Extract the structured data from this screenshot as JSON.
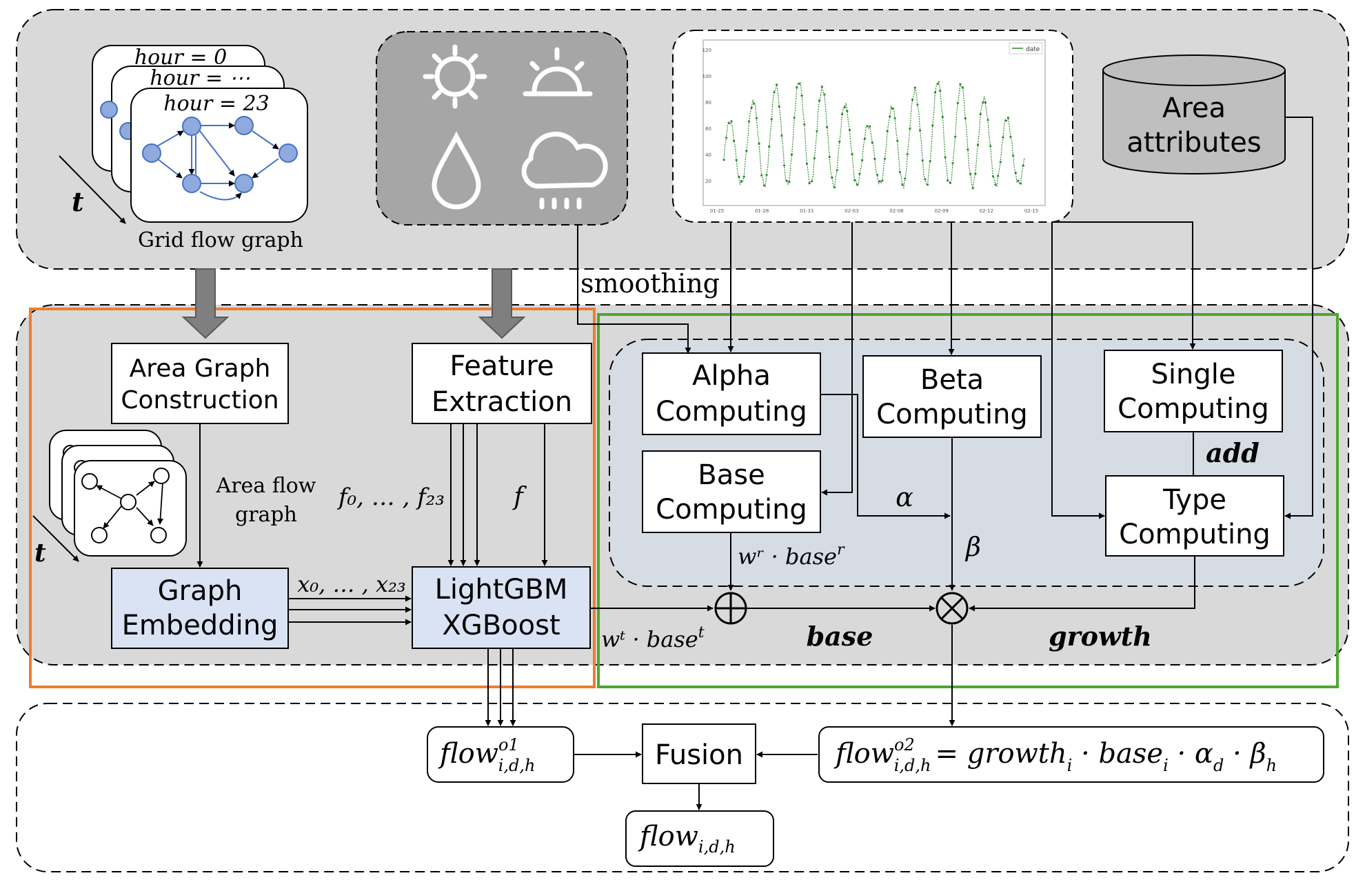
{
  "inputs": {
    "grid_cards": [
      "hour = 0",
      "hour = ⋯",
      "hour = 23"
    ],
    "time_axis": "t",
    "grid_caption": "Grid flow graph",
    "weather_icons": [
      "sun-icon",
      "sunrise-icon",
      "raindrop-icon",
      "rain-cloud-icon"
    ],
    "mini_chart": {
      "legend": "date",
      "y_ticks": [
        "120",
        "100",
        "80",
        "60",
        "40",
        "20"
      ],
      "x_ticks": [
        "01-25",
        "01-28",
        "01-31",
        "02-03",
        "02-06",
        "02-09",
        "02-12",
        "02-15"
      ]
    },
    "area_attributes": [
      "Area",
      "attributes"
    ],
    "smoothing": "smoothing"
  },
  "left_module": {
    "area_graph_construction": [
      "Area Graph",
      "Construction"
    ],
    "feature_extraction": [
      "Feature",
      "Extraction"
    ],
    "area_flow_graph": [
      "Area flow",
      "graph"
    ],
    "time_axis": "t",
    "f_range": "f₀, … , f₂₃",
    "f": "f",
    "x_range": "x₀, … , x₂₃",
    "graph_embedding": [
      "Graph",
      "Embedding"
    ],
    "models": [
      "LightGBM",
      "XGBoost"
    ],
    "model_out_base": "wᵗ · base",
    "model_out_sup": "t"
  },
  "right_module": {
    "alpha": [
      "Alpha",
      "Computing"
    ],
    "beta": [
      "Beta",
      "Computing"
    ],
    "single": [
      "Single",
      "Computing"
    ],
    "base": [
      "Base",
      "Computing"
    ],
    "type": [
      "Type",
      "Computing"
    ],
    "add": "add",
    "alpha_sym": "α",
    "beta_sym": "β",
    "wr_base": "wʳ · base",
    "wr_sup": "r",
    "plus": "⊕",
    "times": "⊗",
    "base_label": "base",
    "growth_label": "growth"
  },
  "outputs": {
    "flow_o1_main": "flow",
    "flow_o1_sup": "o1",
    "flow_o1_sub": "i,d,h",
    "fusion": "Fusion",
    "flow_o2_main": "flow",
    "flow_o2_sup": "o2",
    "flow_o2_sub": "i,d,h",
    "flow_o2_rest": "= growth",
    "flow_o2_rest_sub": "i",
    "flow_o2_base": " · base",
    "flow_o2_base_sub": "i",
    "flow_o2_alpha": " · α",
    "flow_o2_alpha_sub": "d",
    "flow_o2_beta": " · β",
    "flow_o2_beta_sub": "h",
    "final_main": "flow",
    "final_sub": "i,d,h"
  },
  "colors": {
    "panel_gray": "#d9d9d9",
    "inner_blue": "#d6dce4",
    "box_blue": "#dae3f3",
    "orange": "#ed7d31",
    "green": "#4ea72e",
    "node_blue": "#8faadc",
    "node_stroke": "#4472c4",
    "weather_bg": "#a6a6a6",
    "chart_green": "#2e8b2e"
  }
}
